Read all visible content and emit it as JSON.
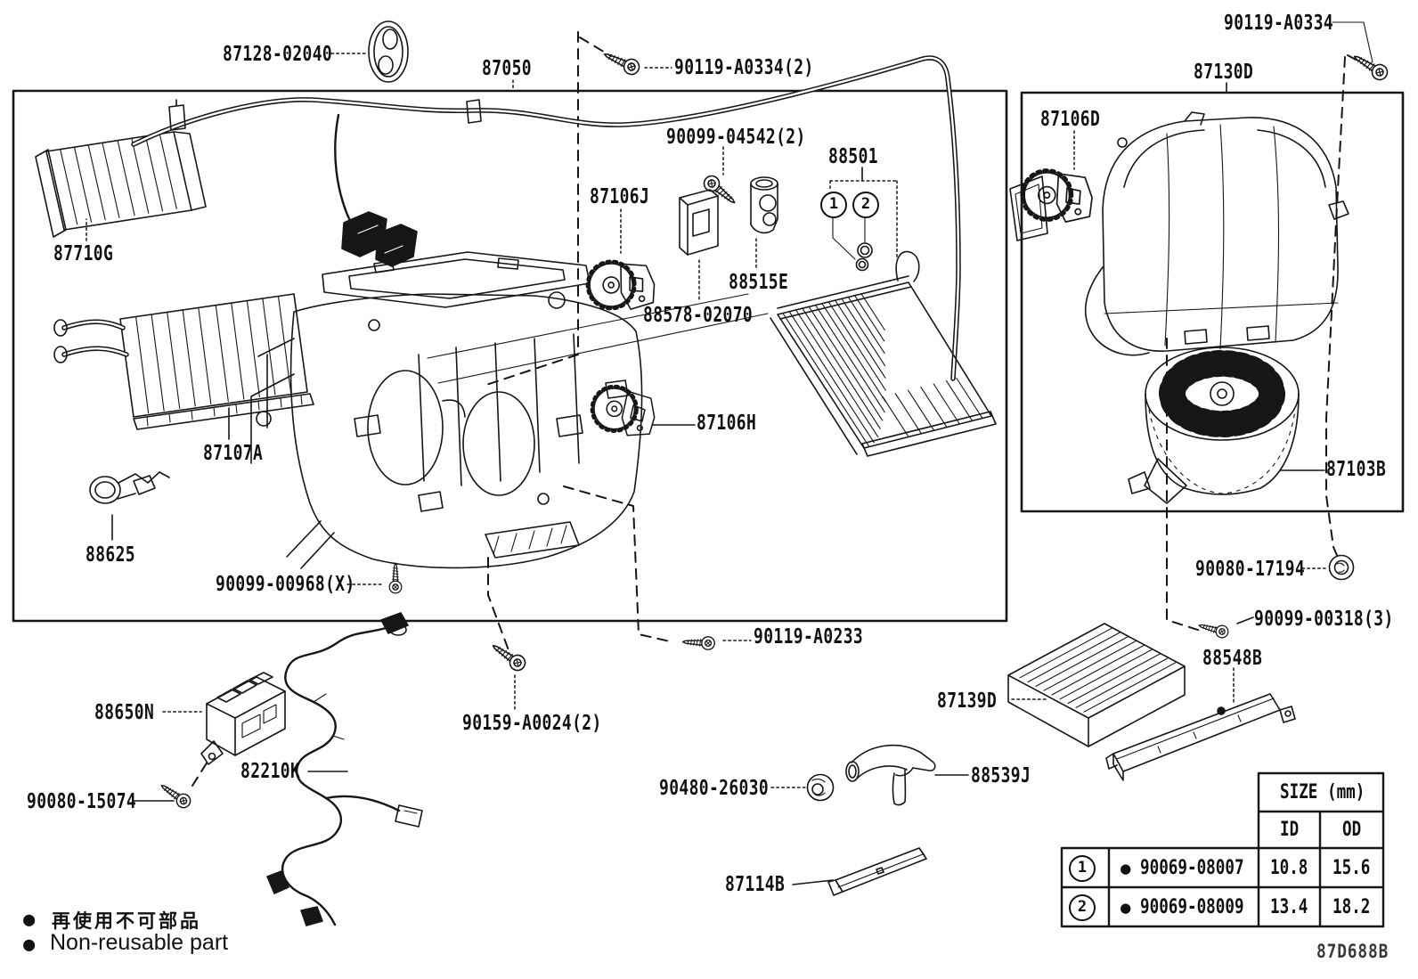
{
  "diagram": {
    "code": "87D688B",
    "legend": {
      "bullet": "●",
      "jp": "再使用不可部品",
      "en": "Non-reusable part"
    }
  },
  "callouts": {
    "one": "1",
    "two": "2"
  },
  "labels": [
    {
      "id": "87128-02040",
      "text": "87128-02040"
    },
    {
      "id": "87050",
      "text": "87050"
    },
    {
      "id": "90119-A0334-2",
      "text": "90119-A0334(2)"
    },
    {
      "id": "90119-A0334",
      "text": "90119-A0334"
    },
    {
      "id": "87130D",
      "text": "87130D"
    },
    {
      "id": "87106D",
      "text": "87106D"
    },
    {
      "id": "90099-04542-2",
      "text": "90099-04542(2)"
    },
    {
      "id": "88501",
      "text": "88501"
    },
    {
      "id": "87106J",
      "text": "87106J"
    },
    {
      "id": "87710G",
      "text": "87710G"
    },
    {
      "id": "88515E",
      "text": "88515E"
    },
    {
      "id": "88578-02070",
      "text": "88578-02070"
    },
    {
      "id": "87106H",
      "text": "87106H"
    },
    {
      "id": "87107A",
      "text": "87107A"
    },
    {
      "id": "87103B",
      "text": "87103B"
    },
    {
      "id": "88625",
      "text": "88625"
    },
    {
      "id": "90080-17194",
      "text": "90080-17194"
    },
    {
      "id": "90099-00968-X",
      "text": "90099-00968(X)"
    },
    {
      "id": "90099-00318-3",
      "text": "90099-00318(3)"
    },
    {
      "id": "90119-A0233",
      "text": "90119-A0233"
    },
    {
      "id": "88548B",
      "text": "88548B"
    },
    {
      "id": "87139D",
      "text": "87139D"
    },
    {
      "id": "90159-A0024-2",
      "text": "90159-A0024(2)"
    },
    {
      "id": "88650N",
      "text": "88650N"
    },
    {
      "id": "82210K",
      "text": "82210K"
    },
    {
      "id": "90480-26030",
      "text": "90480-26030"
    },
    {
      "id": "88539J",
      "text": "88539J"
    },
    {
      "id": "90080-15074",
      "text": "90080-15074"
    },
    {
      "id": "87114B",
      "text": "87114B"
    }
  ],
  "table": {
    "size_header": "SIZE (mm)",
    "col_id": "ID",
    "col_od": "OD",
    "rows": [
      {
        "num": "1",
        "bullet": "●",
        "part": "90069-08007",
        "id_val": "10.8",
        "od_val": "15.6"
      },
      {
        "num": "2",
        "bullet": "●",
        "part": "90069-08009",
        "id_val": "13.4",
        "od_val": "18.2"
      }
    ]
  }
}
